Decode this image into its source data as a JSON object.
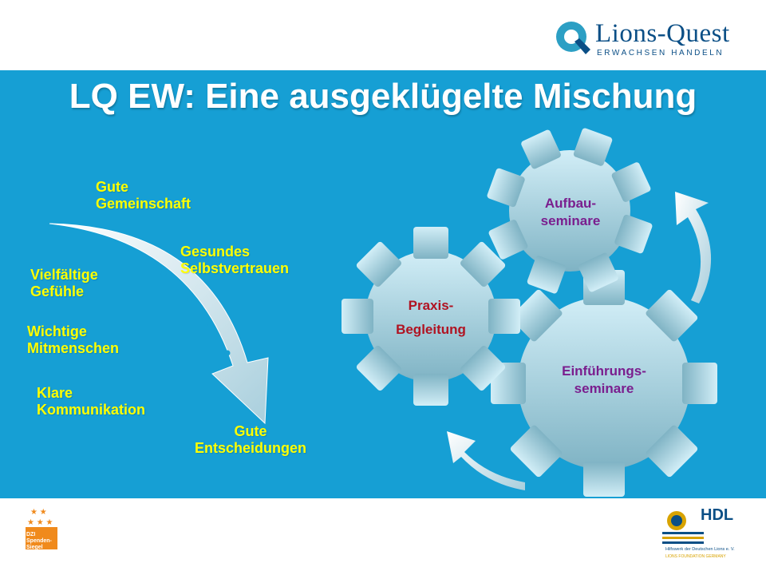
{
  "logo": {
    "name": "Lions-Quest",
    "tagline": "ERWACHSEN HANDELN"
  },
  "title": "LQ EW: Eine ausgeklügelte Mischung",
  "arc_labels": [
    "Gute\nGemeinschaft",
    "Gesundes\nSelbstvertrauen",
    "Vielfältige\nGefühle",
    "Wichtige\nMitmenschen",
    "Klare\nKommunikation",
    "Gute\nEntscheidungen"
  ],
  "gears": [
    "Aufbau-\nseminare",
    "Praxis-\nBegleitung",
    "Einführungs-\nseminare"
  ],
  "footer": {
    "dzi": "DZI\nSpenden-\nSiegel",
    "hdl": "HDL",
    "hdl_line1": "Hilfswerk der Deutschen Lions e. V.",
    "hdl_line2": "LIONS FOUNDATION GERMANY"
  },
  "colors": {
    "panel": "#169fd4",
    "arc_text": "#ffff00",
    "gear_purple_text": "#7a1e8e",
    "gear_red_text": "#b01322",
    "brand": "#0b4f86"
  }
}
